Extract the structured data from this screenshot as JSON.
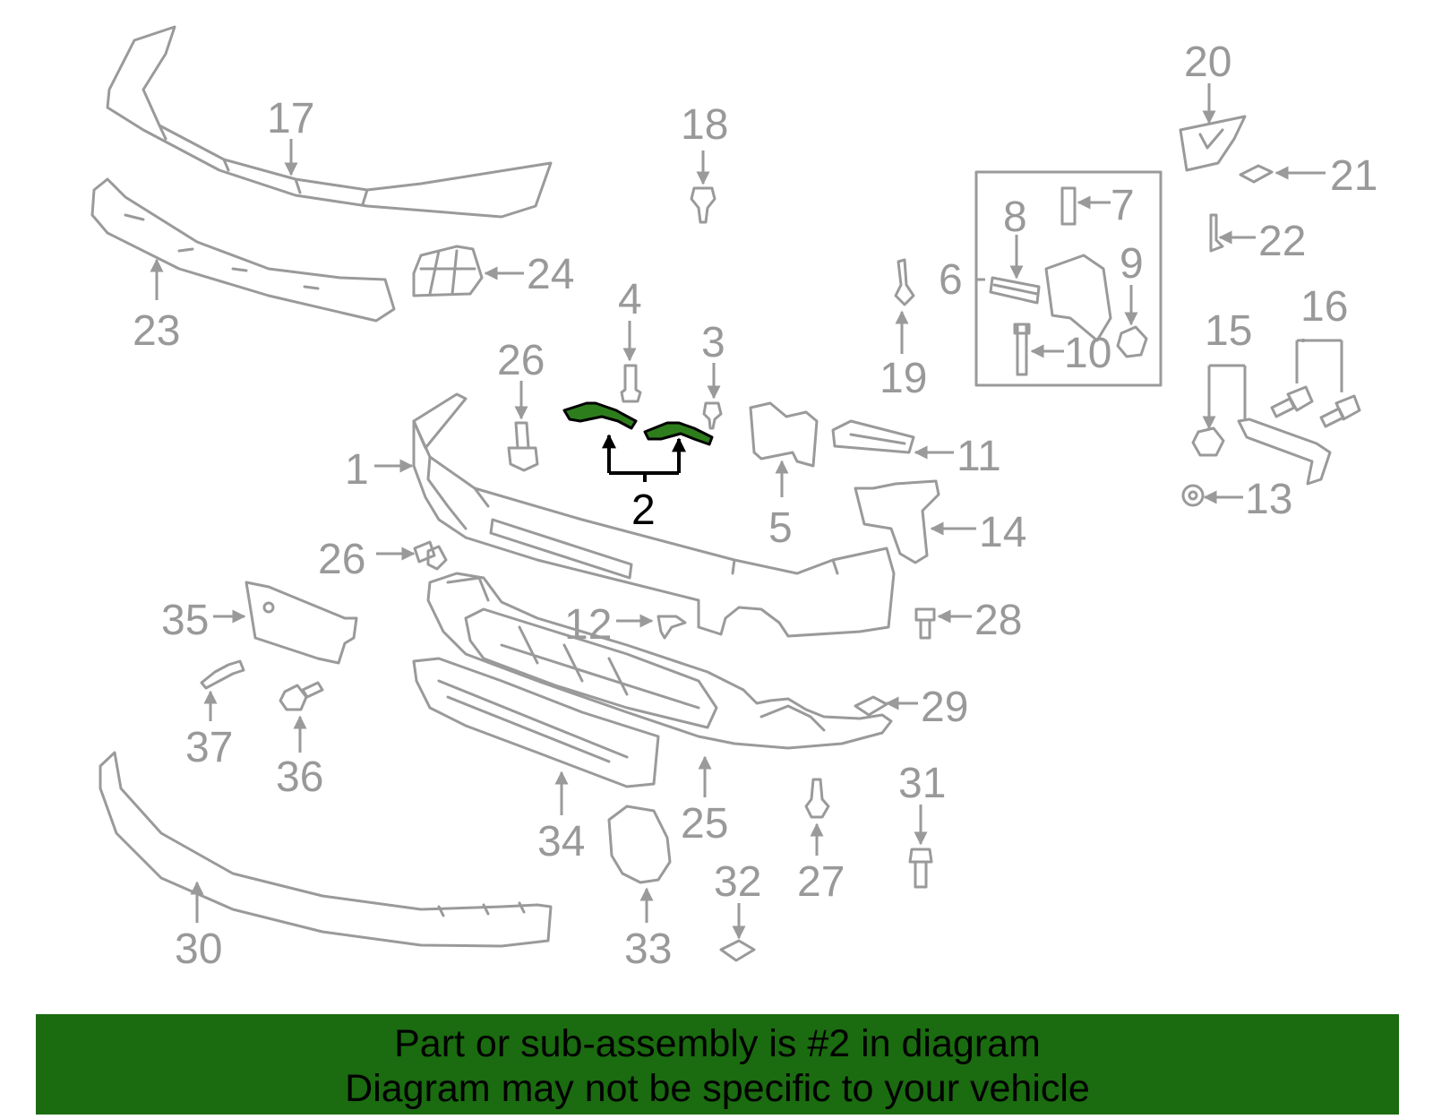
{
  "diagram": {
    "labels": {
      "l1": "1",
      "l2": "2",
      "l3": "3",
      "l4": "4",
      "l5": "5",
      "l6": "6",
      "l7": "7",
      "l8": "8",
      "l9": "9",
      "l10": "10",
      "l11": "11",
      "l12": "12",
      "l13": "13",
      "l14": "14",
      "l15": "15",
      "l16": "16",
      "l17": "17",
      "l18": "18",
      "l19": "19",
      "l20": "20",
      "l21": "21",
      "l22": "22",
      "l23": "23",
      "l24": "24",
      "l25": "25",
      "l26a": "26",
      "l26b": "26",
      "l27": "27",
      "l28": "28",
      "l29": "29",
      "l30": "30",
      "l31": "31",
      "l32": "32",
      "l33": "33",
      "l34": "34",
      "l35": "35",
      "l36": "36",
      "l37": "37"
    },
    "highlight_color": "#2e7d1c",
    "line_color": "#9a9a9a"
  },
  "banner": {
    "line1": "Part or sub-assembly is #2 in diagram",
    "line2": "Diagram may not be specific to your vehicle",
    "background": "#1b6b10"
  }
}
